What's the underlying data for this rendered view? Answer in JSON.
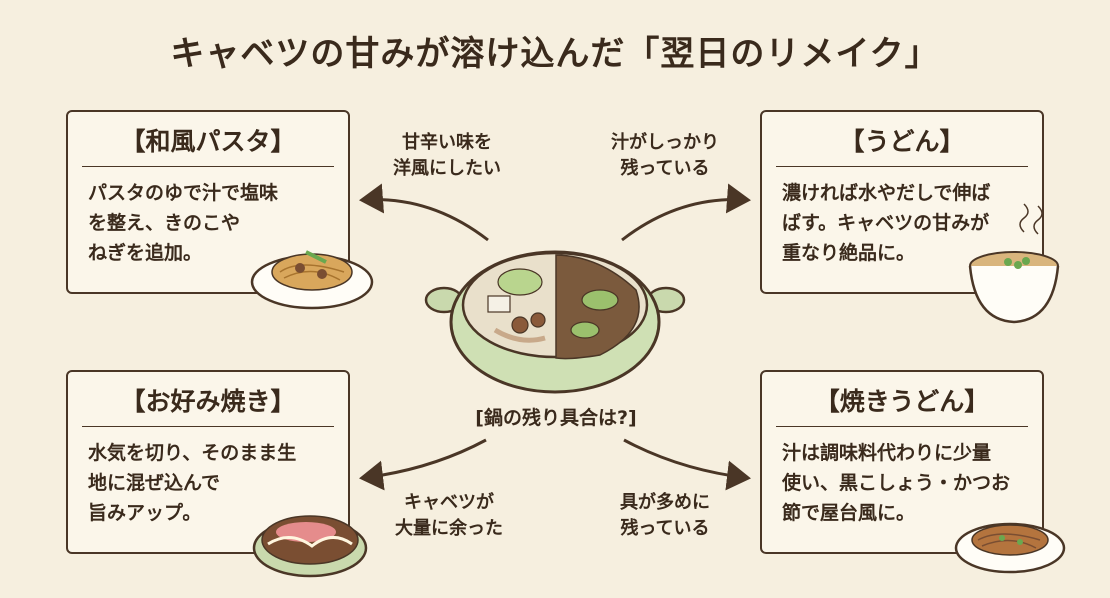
{
  "title": "キャベツの甘みが溶け込んだ「翌日のリメイク」",
  "center": {
    "label": "[鍋の残り具合は?]"
  },
  "cards": {
    "pasta": {
      "title": "【和風パスタ】",
      "lines": [
        "パスタのゆで汁で塩味",
        "を整え、きのこや",
        "ねぎを追加。"
      ],
      "icon": "pasta-plate-icon"
    },
    "udon": {
      "title": "【うどん】",
      "lines": [
        "濃ければ水やだしで伸ば",
        "ばす。キャベツの甘みが",
        "重なり絶品に。"
      ],
      "icon": "udon-bowl-icon"
    },
    "okonomiyaki": {
      "title": "【お好み焼き】",
      "lines": [
        "水気を切り、そのまま生",
        "地に混ぜ込んで",
        "旨みアップ。"
      ],
      "icon": "okonomiyaki-icon"
    },
    "yakiudon": {
      "title": "【焼きうどん】",
      "lines": [
        "汁は調味料代わりに少量",
        "使い、黒こしょう・かつお",
        "節で屋台風に。"
      ],
      "icon": "yakiudon-plate-icon"
    }
  },
  "branches": {
    "top_left": [
      "甘辛い味を",
      "洋風にしたい"
    ],
    "top_right": [
      "汁がしっかり",
      "残っている"
    ],
    "bottom_left": [
      "キャベツが",
      "大量に余った"
    ],
    "bottom_right": [
      "具が多めに",
      "残っている"
    ]
  },
  "colors": {
    "background": "#f6efdf",
    "card": "#fbf6ea",
    "ink": "#3a2a1c",
    "pot": "#cfe0b4"
  }
}
